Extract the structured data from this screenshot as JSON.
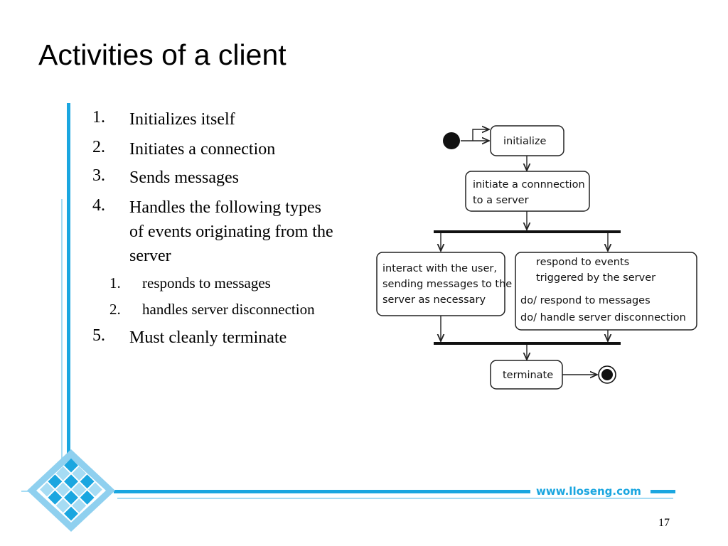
{
  "slide": {
    "title": "Activities of a client",
    "items": [
      {
        "num": "1.",
        "text": "Initializes itself"
      },
      {
        "num": "2.",
        "text": "Initiates a connection"
      },
      {
        "num": "3.",
        "text": "Sends messages"
      },
      {
        "num": "4.",
        "lines": [
          "Handles the following types",
          "of events originating from the",
          "server"
        ]
      },
      {
        "num": "5.",
        "text": "Must cleanly terminate"
      }
    ],
    "subitems": [
      {
        "num": "1.",
        "text": "responds to messages"
      },
      {
        "num": "2.",
        "text": "handles server disconnection"
      }
    ],
    "site": "www.lloseng.com",
    "page_number": "17"
  },
  "diagram": {
    "initialize": "initialize",
    "connect": [
      "initiate a connnection",
      "to a server"
    ],
    "interact": [
      "interact with the user,",
      "sending messages to the",
      "server as necessary"
    ],
    "respond": [
      "respond to events",
      "triggered by the server"
    ],
    "respond_do": [
      "do/  respond to messages",
      "do/  handle server disconnection"
    ],
    "terminate": "terminate"
  },
  "colors": {
    "accent": "#1aa6e0",
    "accent_light": "#a6dcf4"
  }
}
